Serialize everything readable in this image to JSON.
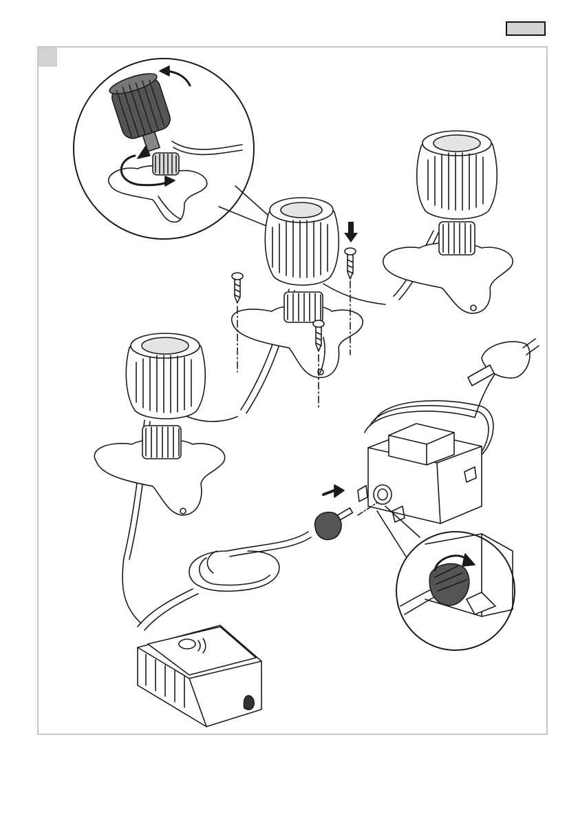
{
  "header": {
    "page_tag": ""
  },
  "figure": {
    "step_label": "",
    "parts": [
      {
        "id": "lamp",
        "icon": "spotlight-icon"
      },
      {
        "id": "ground-stand",
        "icon": "ground-spike-icon"
      },
      {
        "id": "screws",
        "icon": "screw-icon"
      },
      {
        "id": "transformer",
        "icon": "transformer-icon"
      },
      {
        "id": "mains-plug",
        "icon": "plug-icon"
      },
      {
        "id": "cable-connector",
        "icon": "connector-icon"
      },
      {
        "id": "sensor-box",
        "icon": "sensor-icon"
      }
    ]
  }
}
